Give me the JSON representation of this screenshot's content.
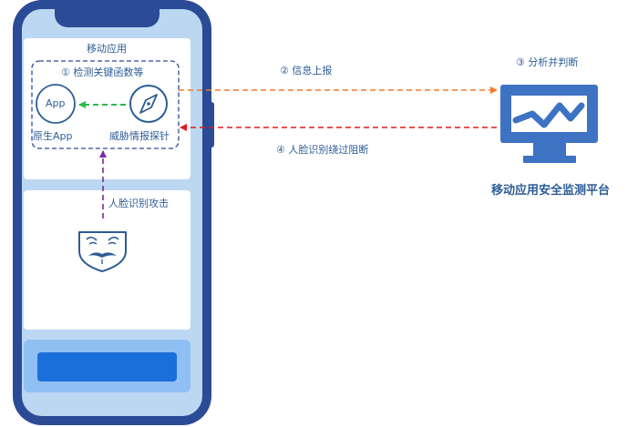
{
  "phone": {
    "title": "移动应用",
    "step1": "① 检测关键函数等",
    "app_icon_text": "App",
    "app_label": "原生App",
    "probe_label": "威胁情报探针",
    "attack_label": "人脸识别攻击"
  },
  "flow": {
    "step2": "② 信息上报",
    "step3": "③ 分析并判断",
    "step4": "④ 人脸识别绕过阻断"
  },
  "platform": {
    "label": "移动应用安全监测平台",
    "icon": "monitor-chart-icon"
  },
  "colors": {
    "phone_frame": "#2c4b97",
    "screen_bg": "#bcd7f1",
    "text_blue": "#2c5d95",
    "arrow_orange": "#f07a2c",
    "arrow_red": "#e11a1a",
    "arrow_green": "#2db84a",
    "arrow_purple": "#7a2aa0",
    "monitor": "#3e73c4",
    "bottom_bar": "#1b6fdb"
  }
}
